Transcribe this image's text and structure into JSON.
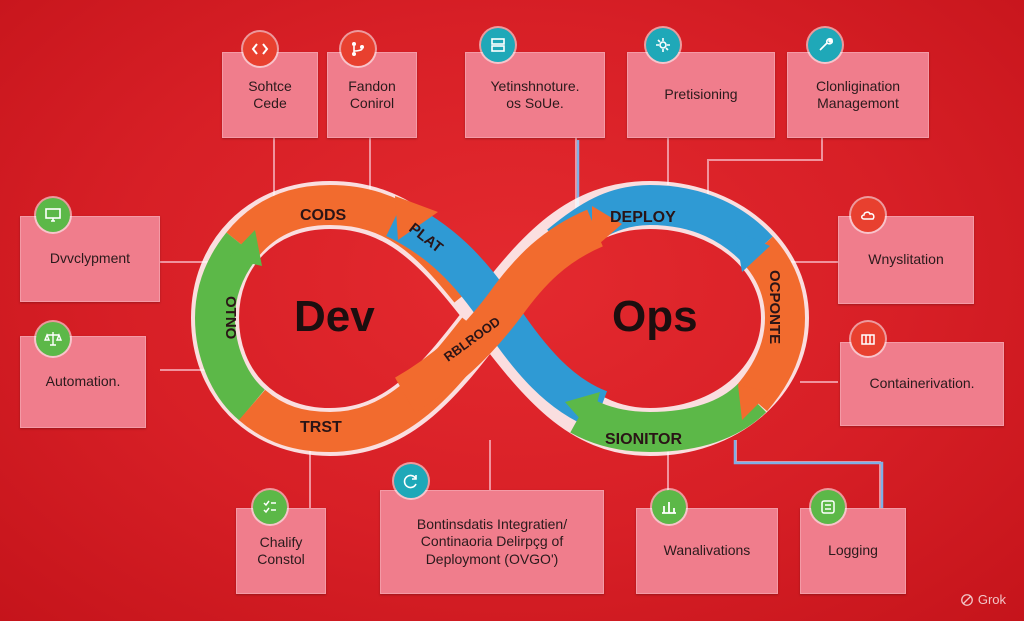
{
  "center": {
    "left_word": "Dev",
    "right_word": "Ops"
  },
  "stages": {
    "code": "CODS",
    "plan": "PLAT",
    "deploy": "DEPLOY",
    "operate": "OCPONTE",
    "monitor": "SIONITOR",
    "test": "TRST",
    "build": "OTNO",
    "release": "RBLROOD"
  },
  "boxes": {
    "source_code": "Sohtce\nCede",
    "version_control": "Fandon\nConirol",
    "infrastructure": "Yetinshnoture.\nos SoUe.",
    "provisioning": "Pretisioning",
    "configuration": "Clonligination\nManagemont",
    "development": "Dvvclypment",
    "automation": "Automation.",
    "virtualization": "Wnyslitation",
    "containerization": "Containerivation.",
    "quality_control": "Chalify\nConstol",
    "ci_cd": "Bontinsdatis Integratien/\nContinaoria Delirpçg of\nDeploymont (OVGO')",
    "validations": "Wanalivations",
    "logging": "Logging"
  },
  "icons": {
    "source_code": "code-brackets-icon",
    "version_control": "branch-icon",
    "infrastructure": "server-rack-icon",
    "provisioning": "gear-network-icon",
    "configuration": "tools-icon",
    "development": "monitor-icon",
    "automation": "scale-icon",
    "virtualization": "cloud-icon",
    "containerization": "container-icon",
    "quality_control": "checklist-icon",
    "ci_cd": "cycle-icon",
    "validations": "bar-chart-icon",
    "logging": "log-icon"
  },
  "colors": {
    "background": "#d71f26",
    "box": "#f07d8c",
    "orange": "#f26b2e",
    "green": "#5cb848",
    "blue": "#2f9ad4",
    "icon_red": "#e8402f",
    "icon_green": "#5cb848",
    "icon_teal": "#1fa8b8"
  },
  "watermark": "Grok"
}
